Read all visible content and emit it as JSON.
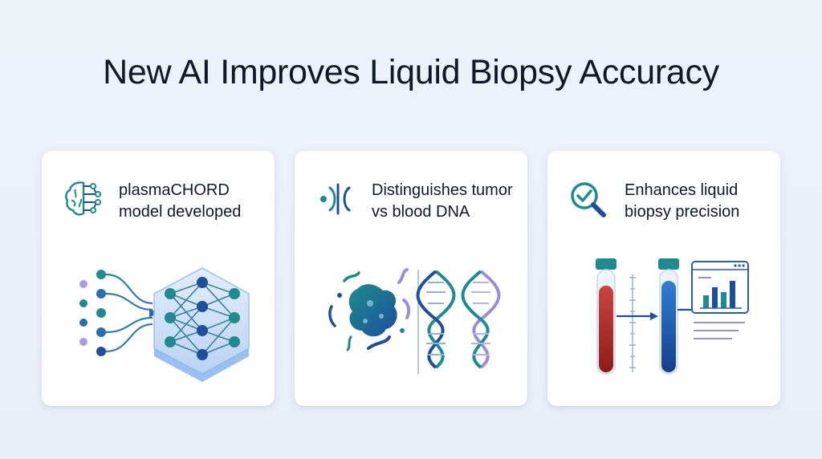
{
  "title": "New AI Improves Liquid Biopsy Accuracy",
  "cards": [
    {
      "label": "plasmaCHORD model developed",
      "icon": "brain-circuit-icon",
      "illustration": "neural-network-illustration"
    },
    {
      "label": "Distinguishes tumor vs blood DNA",
      "icon": "split-compare-icon",
      "illustration": "dna-comparison-illustration"
    },
    {
      "label": "Enhances liquid biopsy precision",
      "icon": "magnifier-check-icon",
      "illustration": "test-tubes-chart-illustration"
    }
  ],
  "colors": {
    "teal": "#1f8a8f",
    "blue": "#1e4f9c",
    "purple": "#9a8fd6",
    "red": "#b52a2a",
    "ink": "#111827"
  }
}
